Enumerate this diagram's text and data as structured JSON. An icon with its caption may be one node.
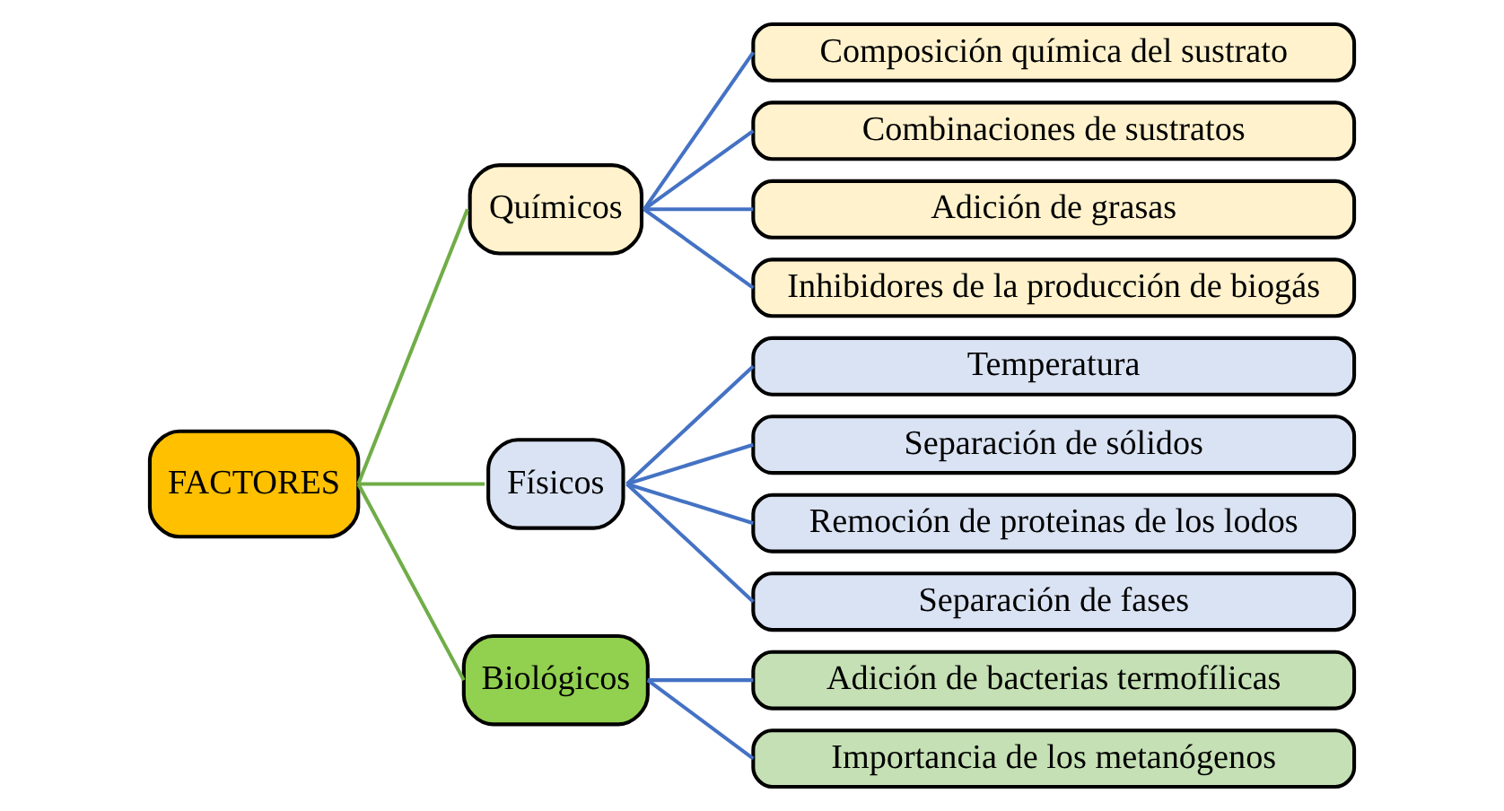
{
  "diagram": {
    "nodes": [
      {
        "text": [
          "FACTORES"
        ]
      },
      {
        "text": [
          "Químicos"
        ]
      },
      {
        "text": [
          "Físicos"
        ]
      },
      {
        "text": [
          "Biológicos"
        ]
      },
      {
        "text": [
          "Composición química del sustrato"
        ]
      },
      {
        "text": [
          "Combinaciones de sustratos"
        ]
      },
      {
        "text": [
          "Adición de grasas"
        ]
      },
      {
        "text": [
          "Inhibidores de la producción de biogás"
        ]
      },
      {
        "text": [
          "Temperatura"
        ]
      },
      {
        "text": [
          "Separación de sólidos"
        ]
      },
      {
        "text": [
          "Remoción de proteinas de los lodos"
        ]
      },
      {
        "text": [
          "Separación de fases"
        ]
      },
      {
        "text": [
          "Adición de bacterias termofílicas"
        ]
      },
      {
        "text": [
          "Importancia de los metanógenos"
        ]
      }
    ],
    "edges": [
      {
        "from": 0,
        "to": 1,
        "arrow": "none",
        "color": "#70ad47"
      },
      {
        "from": 0,
        "to": 2,
        "arrow": "none",
        "color": "#70ad47"
      },
      {
        "from": 0,
        "to": 3,
        "arrow": "none",
        "color": "#70ad47"
      },
      {
        "from": 1,
        "to": 4,
        "arrow": "none"
      },
      {
        "from": 1,
        "to": 5,
        "arrow": "none"
      },
      {
        "from": 1,
        "to": 6,
        "arrow": "none"
      },
      {
        "from": 1,
        "to": 7,
        "arrow": "none"
      },
      {
        "from": 2,
        "to": 8,
        "arrow": "none"
      },
      {
        "from": 2,
        "to": 9,
        "arrow": "none"
      },
      {
        "from": 2,
        "to": 10,
        "arrow": "none"
      },
      {
        "from": 2,
        "to": 11,
        "arrow": "none"
      },
      {
        "from": 3,
        "to": 12,
        "arrow": "none"
      },
      {
        "from": 3,
        "to": 13,
        "arrow": "none"
      }
    ]
  }
}
